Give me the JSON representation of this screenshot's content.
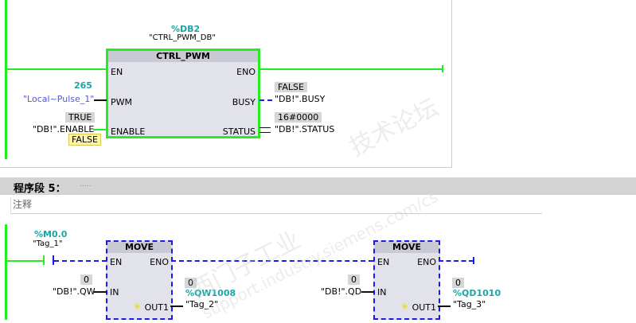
{
  "network4": {
    "instance_address": "%DB2",
    "instance_name": "\"CTRL_PWM_DB\"",
    "block_title": "CTRL_PWM",
    "pins_left": [
      "EN",
      "PWM",
      "ENABLE"
    ],
    "pins_right": [
      "ENO",
      "BUSY",
      "STATUS"
    ],
    "pwm_value": "265",
    "pwm_tag": "\"Local~Pulse_1\"",
    "enable_value": "TRUE",
    "enable_tag": "\"DB!\".ENABLE",
    "enable_tooltip": "FALSE",
    "busy_value": "FALSE",
    "busy_tag": "\"DB!\".BUSY",
    "status_value": "16#0000",
    "status_tag": "\"DB!\".STATUS"
  },
  "network5": {
    "header_label": "程序段 5：",
    "header_dots": ".....",
    "comment": "注释",
    "contact_address": "%M0.0",
    "contact_tag": "\"Tag_1\"",
    "move1": {
      "title": "MOVE",
      "en": "EN",
      "eno": "ENO",
      "in": "IN",
      "out": "OUT1",
      "in_value": "0",
      "in_tag": "\"DB!\".QW",
      "out_value": "0",
      "out_address": "%QW1008",
      "out_tag": "\"Tag_2\""
    },
    "move2": {
      "title": "MOVE",
      "en": "EN",
      "eno": "ENO",
      "in": "IN",
      "out": "OUT1",
      "in_value": "0",
      "in_tag": "\"DB!\".QD",
      "out_value": "0",
      "out_address": "%QD1010",
      "out_tag": "\"Tag_3\""
    }
  },
  "watermark": {
    "line1": "西门子工业",
    "line2": "support.industry.siemens.com/cs",
    "line3": "技术论坛"
  },
  "colors": {
    "powerflow": "#22ee22",
    "unpowered": "#1a1aee",
    "teal": "#1fa3a3"
  }
}
